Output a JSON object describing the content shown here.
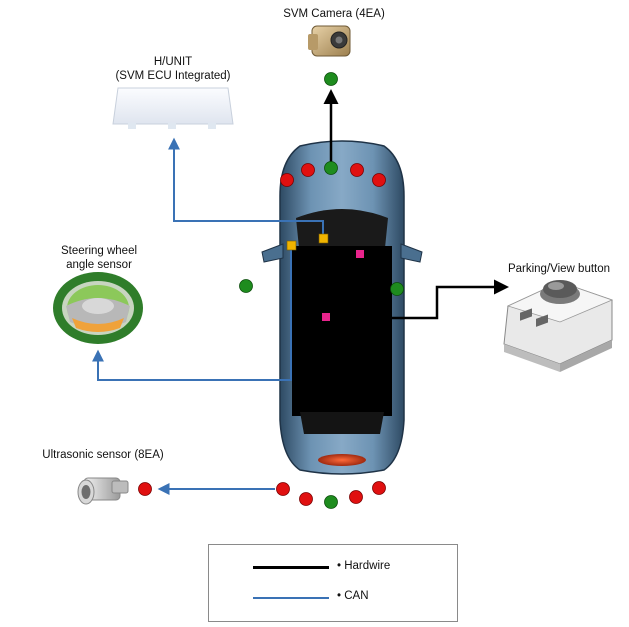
{
  "labels": {
    "svm_camera": "SVM Camera (4EA)",
    "h_unit_line1": "H/UNIT",
    "h_unit_line2": "(SVM ECU Integrated)",
    "steering_line1": "Steering wheel",
    "steering_line2": "angle sensor",
    "parking_button": "Parking/View button",
    "ultrasonic": "Ultrasonic sensor (8EA)"
  },
  "legend": {
    "hardwire": "• Hardwire",
    "can": "• CAN"
  },
  "colors": {
    "hardwire": "#000000",
    "can": "#3a72b5",
    "camera_dot": "#1e8c1e",
    "sensor_dot": "#e01010",
    "ecu_square": "#f0b400",
    "module_square": "#e8248c",
    "car_body": "#4a6f8f"
  }
}
